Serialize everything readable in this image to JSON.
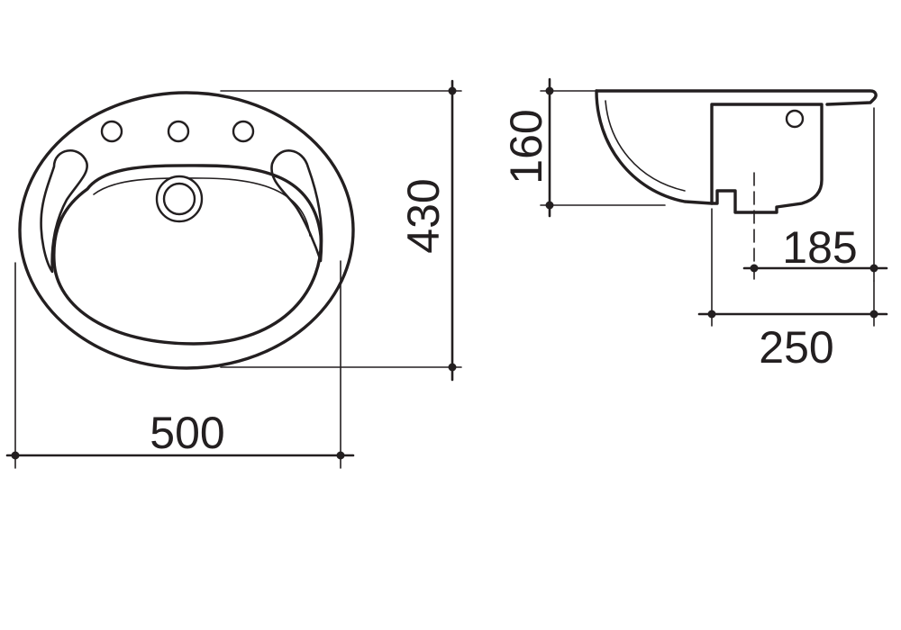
{
  "dimensions": {
    "width": "500",
    "height": "430",
    "bowl_depth": "160",
    "waste_offset": "185",
    "overall_depth": "250"
  },
  "colors": {
    "line": "#231f20",
    "background": "#ffffff"
  }
}
